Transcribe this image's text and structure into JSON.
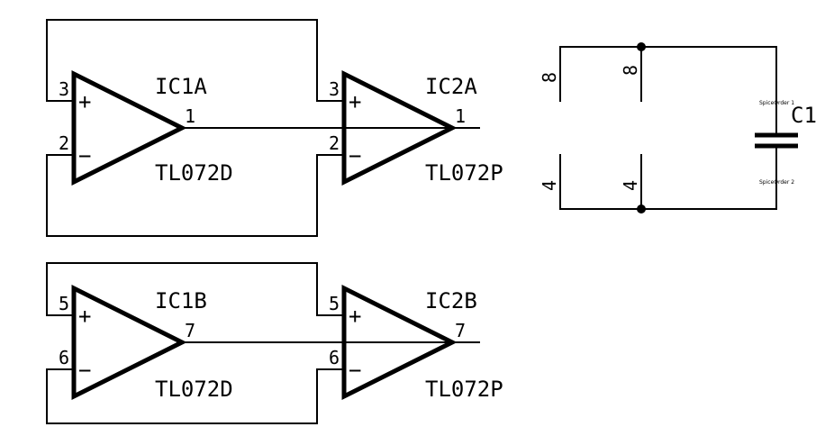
{
  "opamps": [
    {
      "ref": "IC1A",
      "part": "TL072D",
      "pin_plus": "3",
      "pin_minus": "2",
      "pin_out": "1",
      "sign_plus": "+",
      "sign_minus": "−"
    },
    {
      "ref": "IC2A",
      "part": "TL072P",
      "pin_plus": "3",
      "pin_minus": "2",
      "pin_out": "1",
      "sign_plus": "+",
      "sign_minus": "−"
    },
    {
      "ref": "IC1B",
      "part": "TL072D",
      "pin_plus": "5",
      "pin_minus": "6",
      "pin_out": "7",
      "sign_plus": "+",
      "sign_minus": "−"
    },
    {
      "ref": "IC2B",
      "part": "TL072P",
      "pin_plus": "5",
      "pin_minus": "6",
      "pin_out": "7",
      "sign_plus": "+",
      "sign_minus": "−"
    }
  ],
  "power": {
    "units": [
      {
        "pin_top": "8",
        "pin_bottom": "4"
      },
      {
        "pin_top": "8",
        "pin_bottom": "4"
      }
    ]
  },
  "capacitor": {
    "ref": "C1",
    "pin1_label": "SpiceOrder 1",
    "pin2_label": "SpiceOrder 2"
  }
}
